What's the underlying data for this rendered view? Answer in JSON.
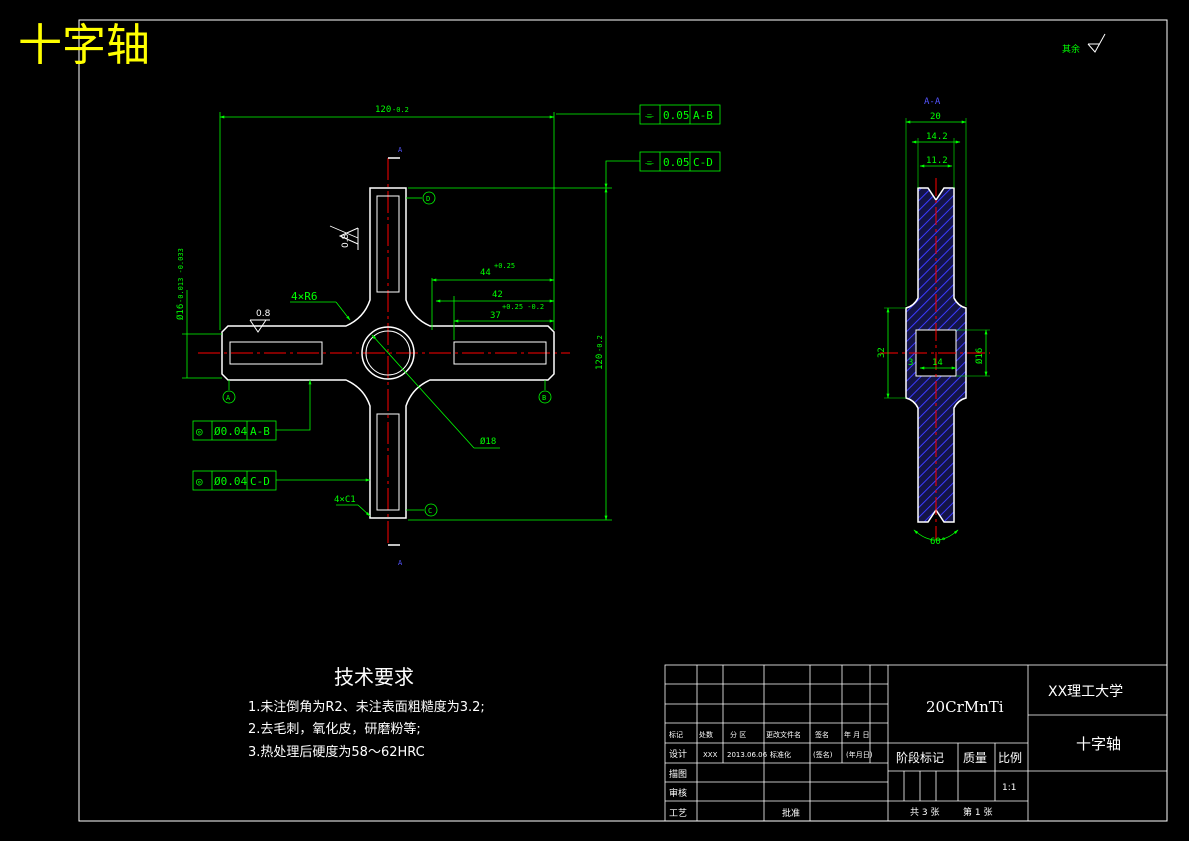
{
  "drawing_title": "十字轴",
  "surface_note": "其余",
  "section_label": "A-A",
  "tolerance_frames": [
    {
      "symbol": "⌯",
      "value": "0.05",
      "datum": "A-B"
    },
    {
      "symbol": "⌯",
      "value": "0.05",
      "datum": "C-D"
    },
    {
      "symbol": "◎",
      "value": "Ø0.04",
      "datum": "A-B"
    },
    {
      "symbol": "◎",
      "value": "Ø0.04",
      "datum": "C-D"
    }
  ],
  "front_view": {
    "dim_top_length": "120",
    "dim_top_tol": "-0.2",
    "dim_right_length": "120",
    "dim_right_tol": "-0.2",
    "dim_44": "44",
    "dim_44_tol": "+0.25",
    "dim_42": "42",
    "dim_37": "37",
    "dim_37_tol": "+0.25 -0.2",
    "dim_left_dia": "Ø16",
    "dim_left_tol": "-0.013 -0.033",
    "fillet_note": "4×R6",
    "chamfer_note": "4×C1",
    "center_dia": "Ø18",
    "roughness_1": "0.8",
    "roughness_2": "0.8",
    "cut_mark": "A",
    "datums": [
      "A",
      "B",
      "C",
      "D"
    ]
  },
  "side_view": {
    "dim_20": "20",
    "dim_14_2": "14.2",
    "dim_11_2": "11.2",
    "dim_32": "32",
    "dim_3": "3",
    "dim_14": "14",
    "dim_16": "Ø16",
    "angle": "60°"
  },
  "tech_requirements": {
    "heading": "技术要求",
    "items": [
      "1.未注倒角为R2、未注表面粗糙度为3.2;",
      "2.去毛刺，氧化皮，研磨粉等;",
      "3.热处理后硬度为58～62HRC"
    ]
  },
  "title_block": {
    "material": "20CrMnTi",
    "school": "XX理工大学",
    "part_name": "十字轴",
    "header_labels": [
      "标记",
      "处数",
      "分 区",
      "更改文件名",
      "签名",
      "年 月 日"
    ],
    "design_row": [
      "设计",
      "XXX",
      "2013.06.06",
      "标准化",
      "(签名)",
      "(年月日)"
    ],
    "row_labels": [
      "描图",
      "审核",
      "工艺"
    ],
    "approve": "批准",
    "stage_label": "阶段标记",
    "weight_label": "质量",
    "scale_label": "比例",
    "scale_value": "1:1",
    "sheets_total": "共 3 张",
    "sheet_no": "第 1 张"
  }
}
